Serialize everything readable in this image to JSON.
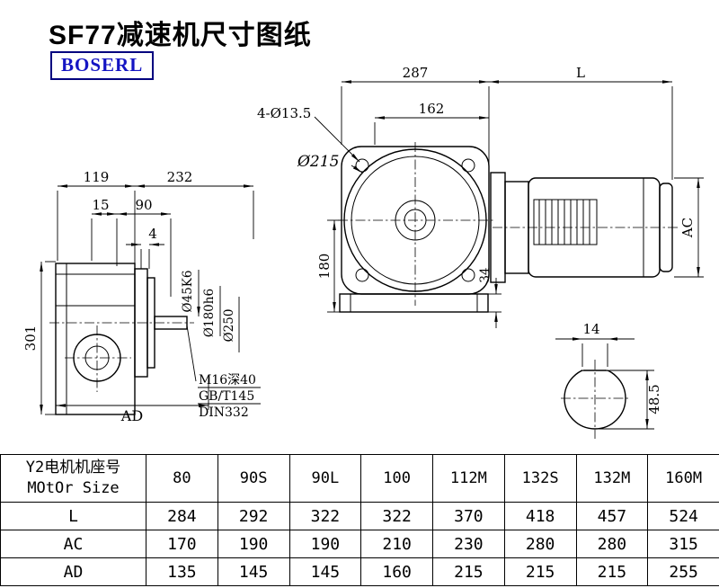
{
  "page": {
    "title": "SF77减速机尺寸图纸",
    "brand": "BOSERL",
    "brand_color": "#1515c3",
    "brand_border_color": "#00007f",
    "line_color": "#000000",
    "background": "#ffffff"
  },
  "side_view": {
    "dim_119": "119",
    "dim_232": "232",
    "dim_15": "15",
    "dim_90": "90",
    "dim_4": "4",
    "dim_301": "301",
    "dim_ad": "AD",
    "shaft_dia": "Ø45K6",
    "spigot_dia": "Ø180h6",
    "flange_dia": "Ø250",
    "note1": "M16深40",
    "note2": "GB/T145",
    "note3": "DIN332"
  },
  "front_view": {
    "dim_287": "287",
    "dim_l": "L",
    "dim_162": "162",
    "holes_label": "4-Ø13.5",
    "flange_circle_label": "Ø215",
    "dim_180": "180",
    "dim_34": "34",
    "dim_ac": "AC"
  },
  "shaft_section": {
    "dim_14": "14",
    "dim_485": "48.5"
  },
  "table": {
    "header": {
      "line1": "Y2电机机座号",
      "line2": "MOtOr Size"
    },
    "columns": [
      "80",
      "90S",
      "90L",
      "100",
      "112M",
      "132S",
      "132M",
      "160M"
    ],
    "rows": [
      {
        "label": "L",
        "values": [
          "284",
          "292",
          "322",
          "322",
          "370",
          "418",
          "457",
          "524"
        ]
      },
      {
        "label": "AC",
        "values": [
          "170",
          "190",
          "190",
          "210",
          "230",
          "280",
          "280",
          "315"
        ]
      },
      {
        "label": "AD",
        "values": [
          "135",
          "145",
          "145",
          "160",
          "215",
          "215",
          "215",
          "255"
        ]
      }
    ]
  }
}
